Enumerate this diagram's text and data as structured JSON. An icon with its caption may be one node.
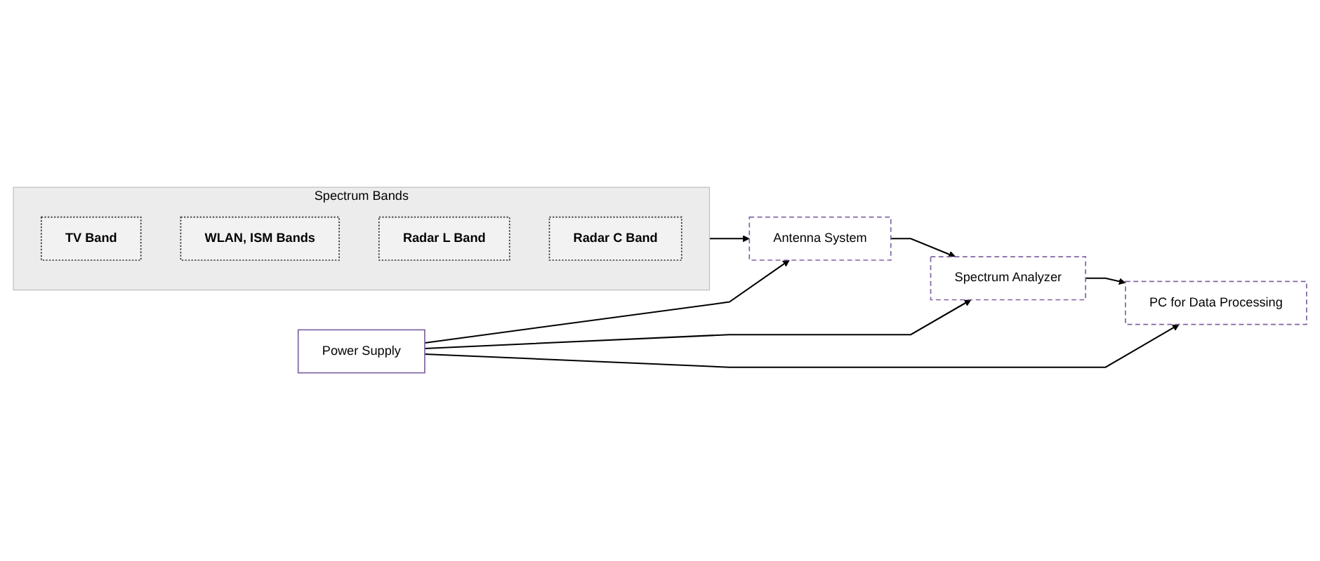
{
  "diagram": {
    "nodes": [
      {
        "text": [
          "Spectrum Bands"
        ]
      },
      {
        "text": [
          "TV Band"
        ],
        "in": 0
      },
      {
        "text": [
          "WLAN, ISM Bands"
        ],
        "in": 0
      },
      {
        "text": [
          "Radar L Band"
        ],
        "in": 0
      },
      {
        "text": [
          "Radar C Band"
        ],
        "in": 0
      },
      {
        "text": [
          "Antenna System"
        ]
      },
      {
        "text": [
          "Spectrum Analyzer"
        ]
      },
      {
        "text": [
          "PC for Data Processing"
        ]
      },
      {
        "text": [
          "Power Supply"
        ]
      }
    ],
    "edges": [
      {
        "from": 0,
        "to": 5,
        "arrow": "to"
      },
      {
        "from": 5,
        "to": 6,
        "arrow": "to"
      },
      {
        "from": 6,
        "to": 7,
        "arrow": "to"
      },
      {
        "from": 8,
        "to": 5,
        "arrow": "to"
      },
      {
        "from": 8,
        "to": 6,
        "arrow": "to"
      },
      {
        "from": 8,
        "to": 7,
        "arrow": "to"
      }
    ]
  }
}
